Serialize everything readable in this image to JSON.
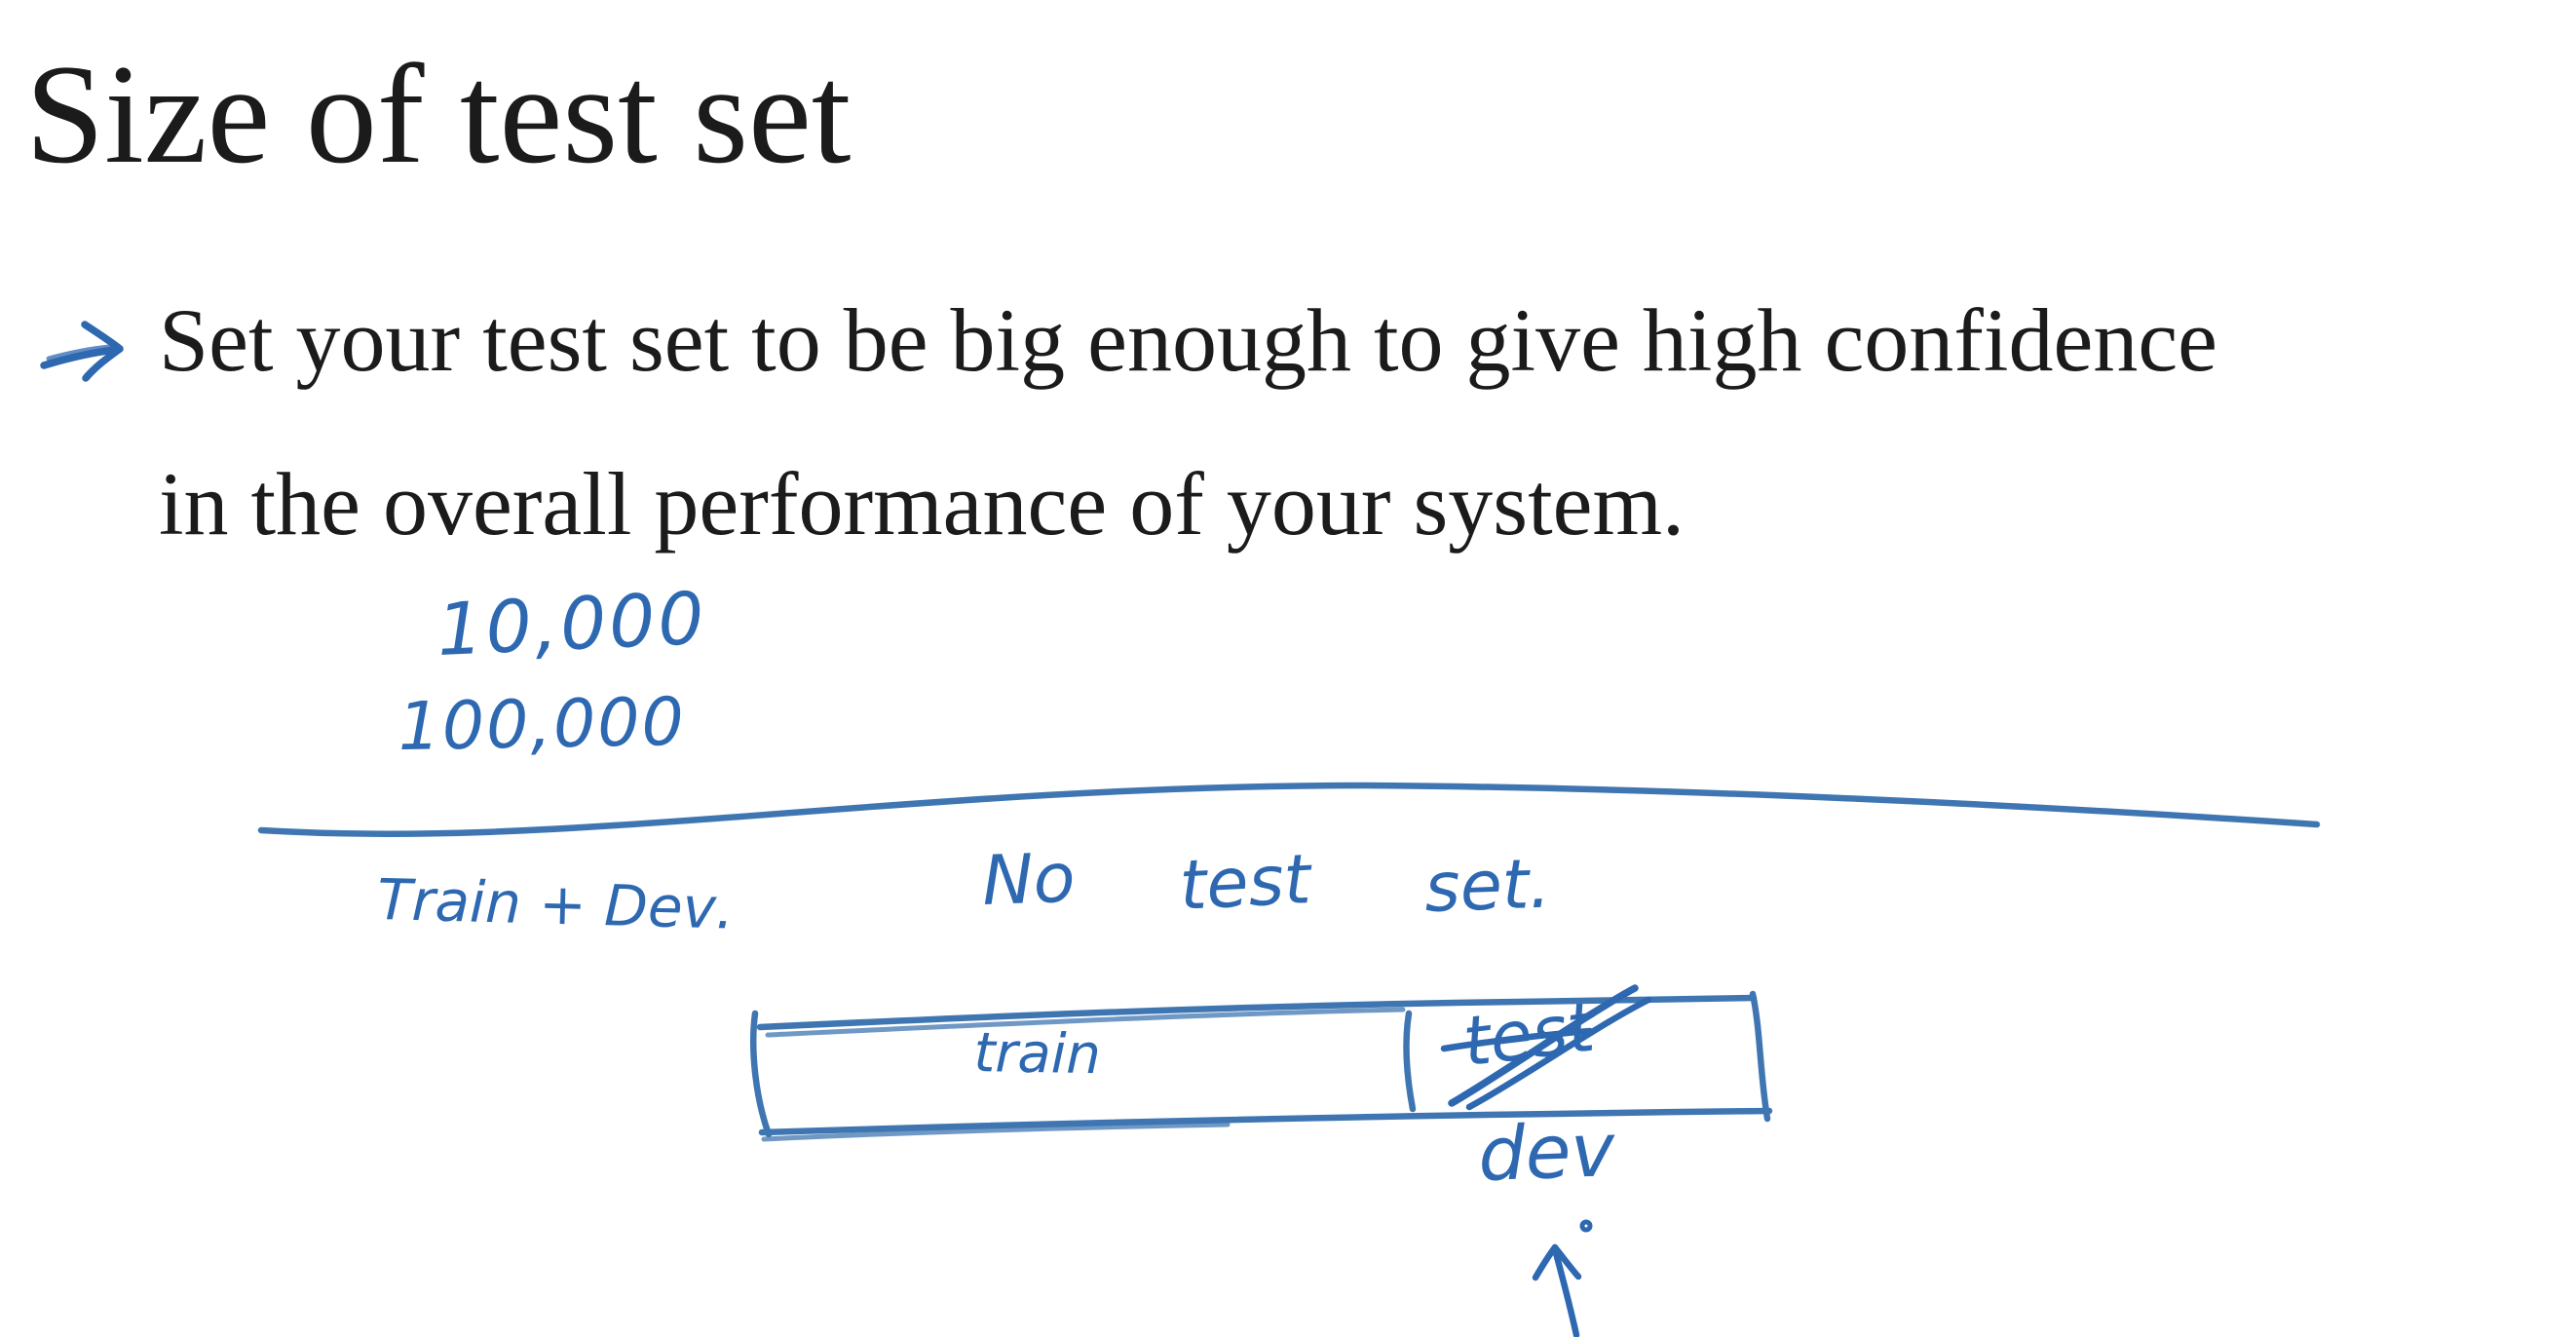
{
  "colors": {
    "ink": "#2d68b1",
    "ink_light": "#3f76b2",
    "text": "#1b1b1b",
    "background": "#ffffff"
  },
  "slide": {
    "title": "Size of test set",
    "bullet_line1": "Set your test set to be big enough to give high confidence",
    "bullet_line2": "in the overall performance of your system."
  },
  "handwriting": {
    "example_size_small": "10,000",
    "example_size_large": "100,000",
    "split_label": "Train + Dev.",
    "no_test_word1": "No",
    "no_test_word2": "test",
    "no_test_word3": "set.",
    "box_train": "train",
    "box_test_crossed": "test",
    "box_dev": "dev"
  },
  "icons": {
    "bullet": "hand-drawn-right-arrow",
    "dev_pointer": "hand-drawn-up-arrow"
  }
}
